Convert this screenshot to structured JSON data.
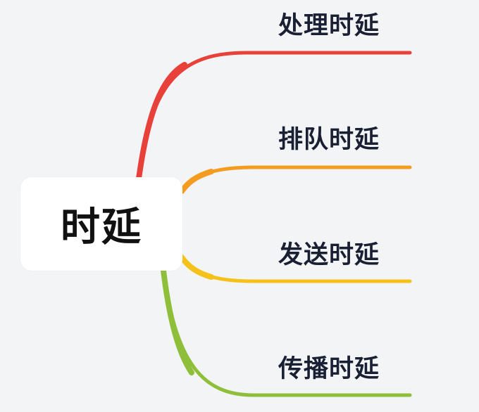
{
  "root": {
    "label": "时延"
  },
  "branches": [
    {
      "label": "处理时延",
      "color": "#e8413a"
    },
    {
      "label": "排队时延",
      "color": "#f39c1f"
    },
    {
      "label": "发送时延",
      "color": "#f5c21a"
    },
    {
      "label": "传播时延",
      "color": "#8fbf3a"
    }
  ]
}
